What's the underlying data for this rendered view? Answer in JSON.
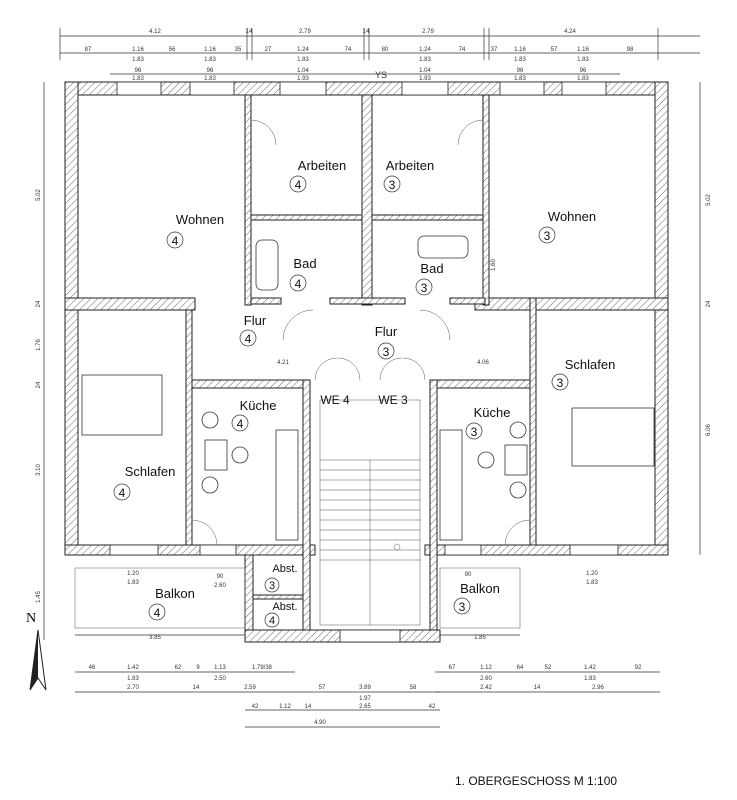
{
  "title": "1. OBERGESCHOSS M 1:100",
  "north_label": "N",
  "units": {
    "left": {
      "label": "WE 4"
    },
    "right": {
      "label": "WE 3"
    }
  },
  "rooms": {
    "wohnen4": {
      "name": "Wohnen",
      "unit": "4"
    },
    "arbeiten4": {
      "name": "Arbeiten",
      "unit": "4"
    },
    "bad4": {
      "name": "Bad",
      "unit": "4"
    },
    "arbeiten3": {
      "name": "Arbeiten",
      "unit": "3"
    },
    "bad3": {
      "name": "Bad",
      "unit": "3"
    },
    "wohnen3": {
      "name": "Wohnen",
      "unit": "3"
    },
    "flur4": {
      "name": "Flur",
      "unit": "4"
    },
    "flur3": {
      "name": "Flur",
      "unit": "3"
    },
    "schlafen4": {
      "name": "Schlafen",
      "unit": "4"
    },
    "schlafen3": {
      "name": "Schlafen",
      "unit": "3"
    },
    "kueche4": {
      "name": "Küche",
      "unit": "4"
    },
    "kueche3": {
      "name": "Küche",
      "unit": "3"
    },
    "abst3": {
      "name": "Abst.",
      "unit": "3"
    },
    "abst4": {
      "name": "Abst.",
      "unit": "4"
    },
    "balkon4": {
      "name": "Balkon",
      "unit": "4"
    },
    "balkon3": {
      "name": "Balkon",
      "unit": "3"
    }
  },
  "dimensions": {
    "top_overall": [
      "4.12",
      "14",
      "2.79",
      "14",
      "2.79",
      "4.24"
    ],
    "top_segments": [
      "87",
      "1.16",
      "56",
      "1.16",
      "35",
      "27",
      "1.24",
      "74",
      "80",
      "1.24",
      "74",
      "37",
      "1.16",
      "57",
      "1.16",
      "98"
    ],
    "top_heights": [
      "1.83",
      "1.83",
      "1.83",
      "1.83",
      "1.83",
      "1.83"
    ],
    "top_windows": [
      "96",
      "96",
      "1.04",
      "1.04",
      "96",
      "96"
    ],
    "top_windows_h": [
      "1.83",
      "1.83",
      "1.93",
      "1.93",
      "1.83",
      "1.83"
    ],
    "marker": "YS",
    "left_side": [
      "5.02",
      "24",
      "1.76",
      "24",
      "3.10",
      "1.45"
    ],
    "right_side": [
      "5.02",
      "24",
      "6.06",
      "1.60"
    ],
    "inner": [
      "4.21",
      "4.06",
      "1.20",
      "1.83",
      "90",
      "2.60",
      "3.85",
      "1.85",
      "90",
      "1.20",
      "1.83"
    ],
    "bottom_row1": [
      "46",
      "1.42",
      "62",
      "9",
      "1.13",
      "1.79/38",
      "67",
      "1.12",
      "64",
      "52",
      "1.42",
      "92"
    ],
    "bottom_row1_h": [
      "1.83",
      "2.50",
      "2.60",
      "1.83"
    ],
    "bottom_row2": [
      "2.70",
      "14",
      "2.59",
      "57",
      "3.89",
      "58",
      "2.42",
      "14",
      "2.96"
    ],
    "bottom_row2_h": "1.97",
    "bottom_row3": [
      "42",
      "1.12",
      "14",
      "2.65",
      "42"
    ],
    "bottom_row4": "4.90"
  }
}
